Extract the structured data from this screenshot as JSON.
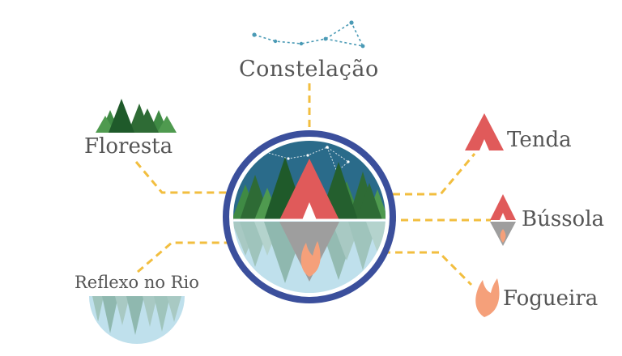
{
  "labels": {
    "constellation": "Constelação",
    "forest": "Floresta",
    "tent": "Tenda",
    "compass": "Bússola",
    "river_reflection": "Reflexo no Rio",
    "campfire": "Fogueira"
  },
  "icons": {
    "constellation": "constellation-icon",
    "forest": "forest-icon",
    "tent": "tent-icon",
    "compass": "compass-icon",
    "river_reflection": "river-reflection-icon",
    "campfire": "campfire-icon",
    "emblem": "camp-emblem-icon"
  },
  "colors": {
    "ring": "#3b4f9c",
    "sky": "#2a6b8a",
    "tree_dark": "#2e6b35",
    "tree_light": "#4f9a4f",
    "tent": "#e05a5a",
    "reflection": "#a8c9c3",
    "water": "#bfe0ec",
    "fire": "#f5a07a",
    "connector": "#f2be3f",
    "star_line": "#4a9ab5",
    "text": "#555555"
  }
}
